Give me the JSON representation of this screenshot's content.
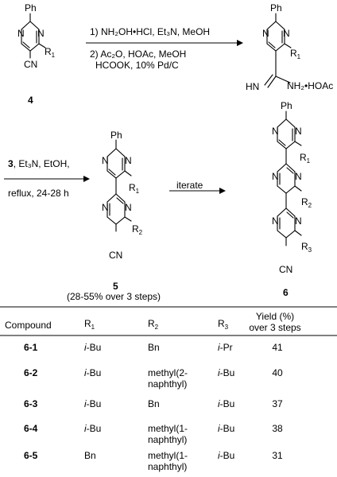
{
  "scheme": {
    "step1": {
      "line1": "1) NH₂OH•HCl, Et₃N, MeOH",
      "line2": "2) Ac₂O, HOAc, MeOH",
      "line3": "HCOOK, 10% Pd/C"
    },
    "compound4": {
      "label": "4",
      "ph": "Ph",
      "n": "N",
      "r1": "R",
      "r1_sub": "1",
      "cn": "CN"
    },
    "amidine": {
      "ph": "Ph",
      "n": "N",
      "r1": "R",
      "r1_sub": "1",
      "hn": "HN",
      "nh2": "NH₂•HOAc"
    },
    "step2": {
      "reagent_bold": "3",
      "reagent_rest": ", Et₃N, EtOH,",
      "conditions": "reflux, 24-28 h"
    },
    "compound5": {
      "label": "5",
      "yield_note": "(28-55% over 3 steps)",
      "ph": "Ph",
      "n": "N",
      "r1": "R",
      "r1_sub": "1",
      "r2": "R",
      "r2_sub": "2",
      "cn": "CN"
    },
    "iterate": "iterate",
    "compound6": {
      "label": "6",
      "ph": "Ph",
      "n": "N",
      "r1": "R",
      "r1_sub": "1",
      "r2": "R",
      "r2_sub": "2",
      "r3": "R",
      "r3_sub": "3",
      "cn": "CN"
    }
  },
  "table": {
    "headers": {
      "compound": "Compound",
      "r1": "R",
      "r1_sub": "1",
      "r2": "R",
      "r2_sub": "2",
      "r3": "R",
      "r3_sub": "3",
      "yield_line1": "Yield (%)",
      "yield_line2": "over 3 steps"
    },
    "rows": [
      {
        "compound": "6-1",
        "r1_prefix": "i",
        "r1_rest": "-Bu",
        "r2_line1": "Bn",
        "r2_line2": "",
        "r3_prefix": "i",
        "r3_rest": "-Pr",
        "yield": "41"
      },
      {
        "compound": "6-2",
        "r1_prefix": "i",
        "r1_rest": "-Bu",
        "r2_line1": "methyl(2-",
        "r2_line2": "naphthyl)",
        "r3_prefix": "i",
        "r3_rest": "-Bu",
        "yield": "40"
      },
      {
        "compound": "6-3",
        "r1_prefix": "i",
        "r1_rest": "-Bu",
        "r2_line1": "Bn",
        "r2_line2": "",
        "r3_prefix": "i",
        "r3_rest": "-Bu",
        "yield": "37"
      },
      {
        "compound": "6-4",
        "r1_prefix": "i",
        "r1_rest": "-Bu",
        "r2_line1": "methyl(1-",
        "r2_line2": "naphthyl)",
        "r3_prefix": "i",
        "r3_rest": "-Bu",
        "yield": "38"
      },
      {
        "compound": "6-5",
        "r1_prefix": "",
        "r1_rest": "Bn",
        "r2_line1": "methyl(1-",
        "r2_line2": "naphthyl)",
        "r3_prefix": "i",
        "r3_rest": "-Bu",
        "yield": "31"
      }
    ]
  }
}
